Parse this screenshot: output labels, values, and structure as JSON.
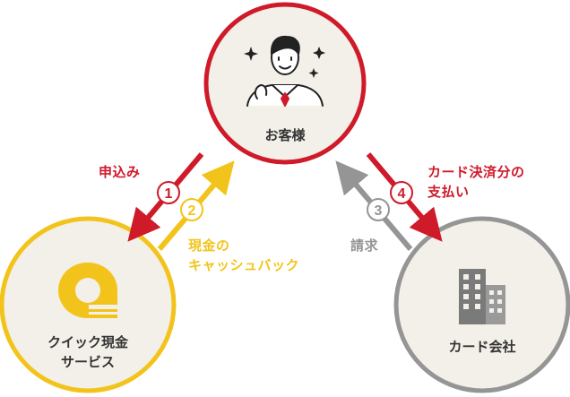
{
  "colors": {
    "red": "#cf1a2a",
    "yellow": "#f2c41b",
    "gray": "#959595",
    "circle_fill": "#f3efe9"
  },
  "nodes": {
    "customer": {
      "label": "お客様",
      "icon": "person-icon"
    },
    "quick_cash": {
      "label_line1": "クイック現金",
      "label_line2": "サービス",
      "icon": "quick-cash-logo-icon"
    },
    "card_company": {
      "label": "カード会社",
      "icon": "building-icon"
    }
  },
  "steps": [
    {
      "number": "1",
      "label": "申込み"
    },
    {
      "number": "2",
      "label_line1": "現金の",
      "label_line2": "キャッシュバック"
    },
    {
      "number": "3",
      "label": "請求"
    },
    {
      "number": "4",
      "label_line1": "カード決済分の",
      "label_line2": "支払い"
    }
  ]
}
